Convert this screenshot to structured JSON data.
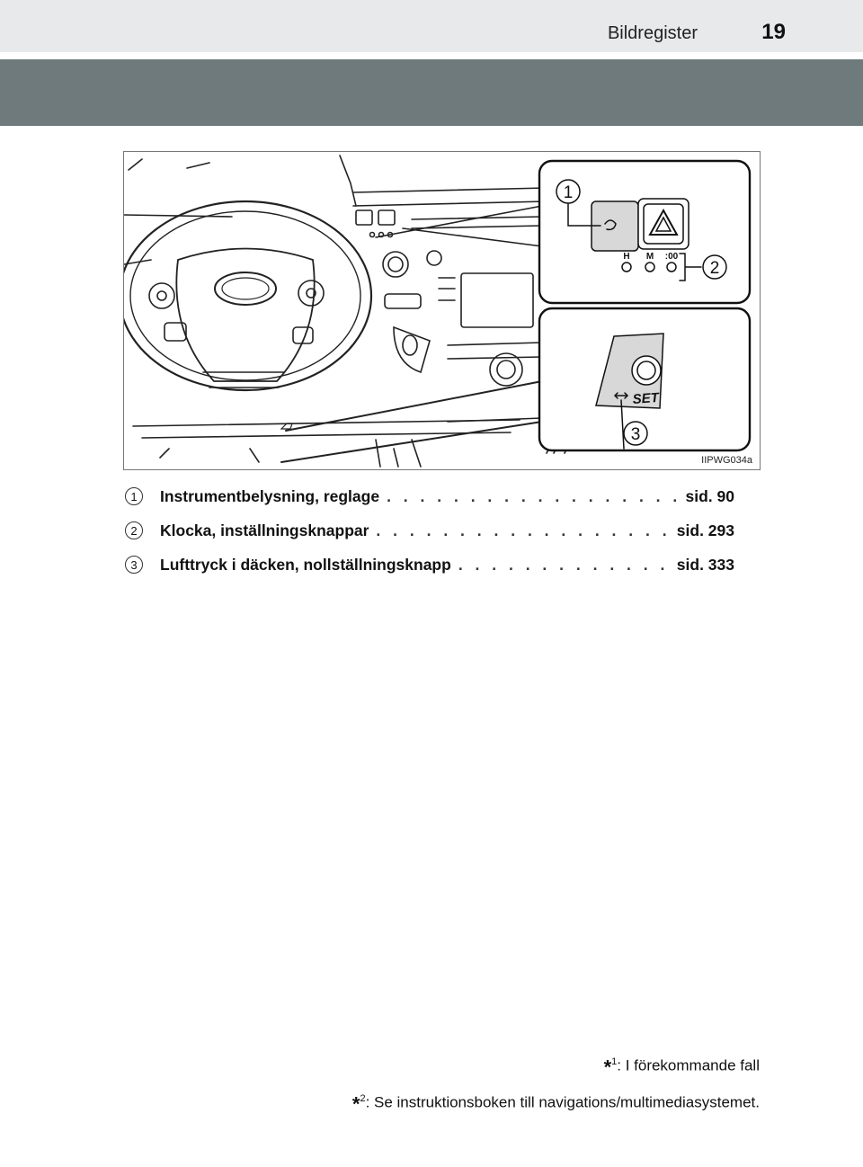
{
  "header": {
    "section_title": "Bildregister",
    "page_number": "19"
  },
  "figure": {
    "figure_id": "IIPWG034a",
    "callouts": [
      "1",
      "2",
      "3"
    ],
    "clock_labels": [
      "H",
      "M",
      ":00"
    ],
    "set_label": "SET"
  },
  "items": [
    {
      "num": "1",
      "text": "Instrumentbelysning, reglage",
      "page": "sid. 90"
    },
    {
      "num": "2",
      "text": "Klocka, inställningsknappar",
      "page": "sid. 293"
    },
    {
      "num": "3",
      "text": "Lufttryck i däcken, nollställningsknapp",
      "page": "sid. 333"
    }
  ],
  "footnotes": [
    {
      "mark": "*",
      "num": "1",
      "text": ": I förekommande fall"
    },
    {
      "mark": "*",
      "num": "2",
      "text": ": Se instruktionsboken till navigations/multimediasystemet."
    }
  ]
}
